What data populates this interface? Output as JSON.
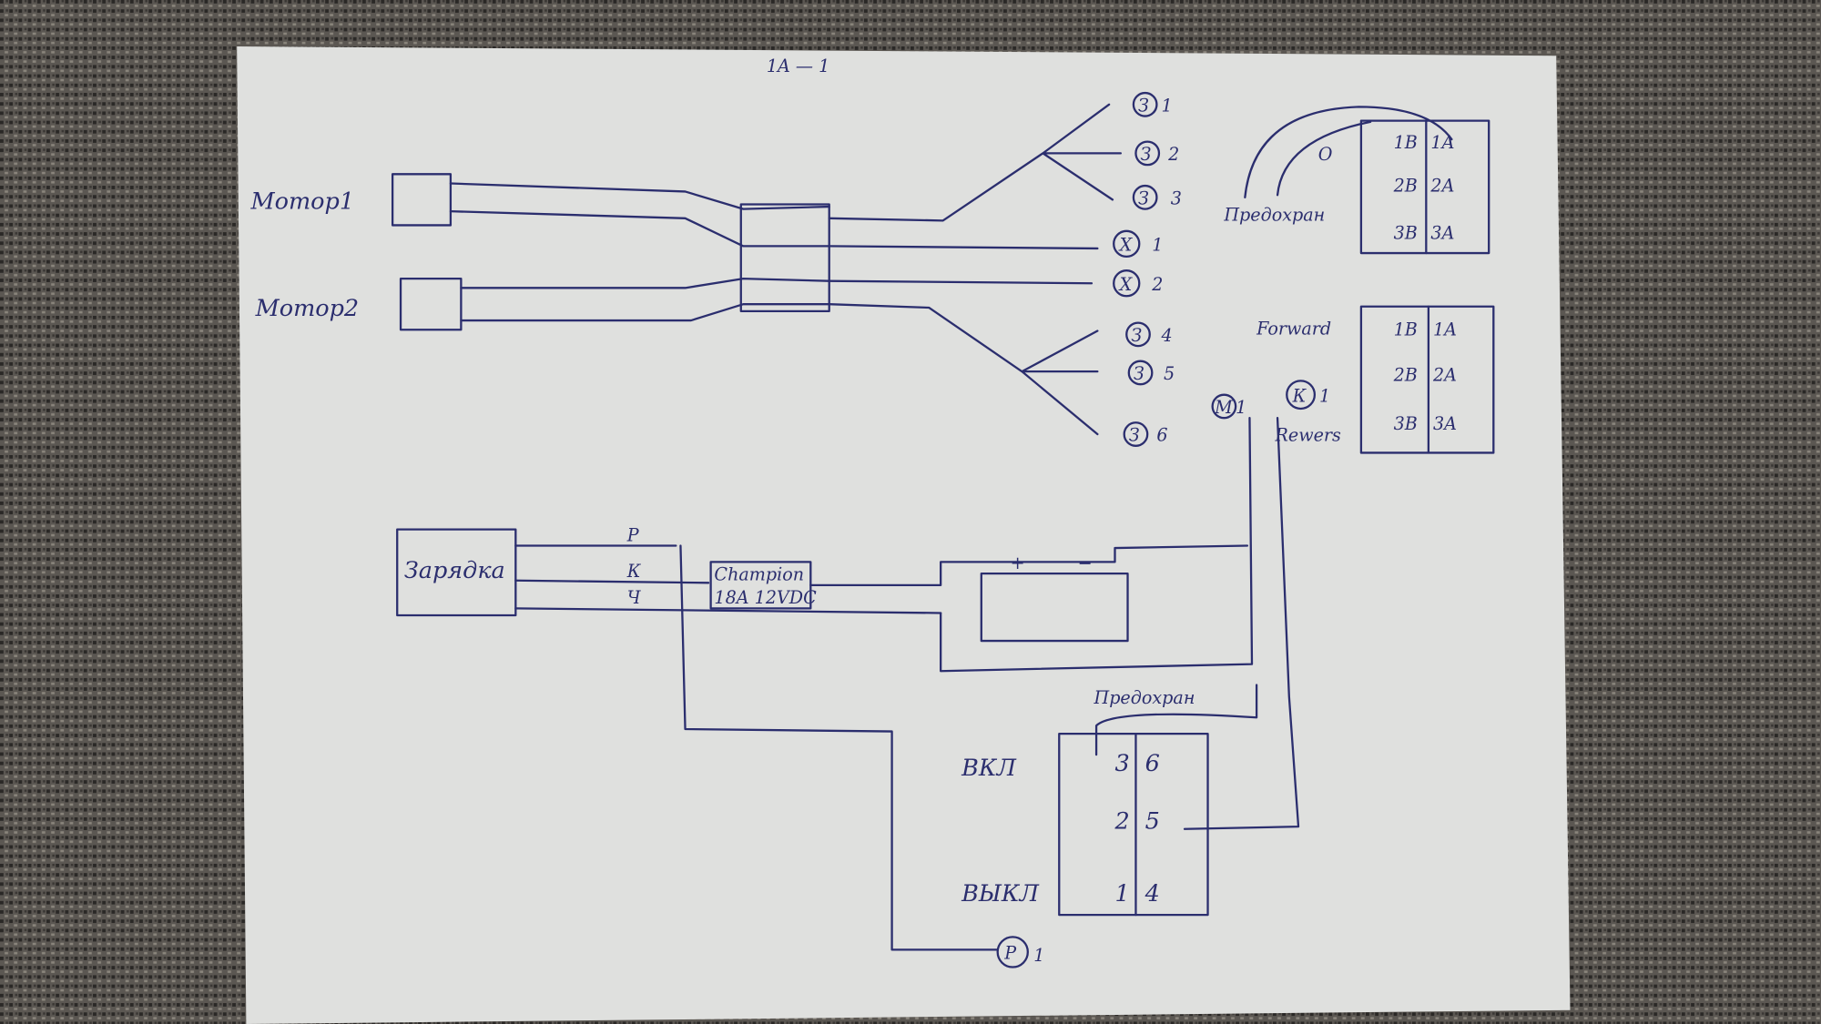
{
  "top_note": "1A — 1",
  "motors": {
    "motor1": "Мотор1",
    "motor2": "Мотор2"
  },
  "connectors_upper": [
    {
      "sym": "З",
      "num": "1"
    },
    {
      "sym": "З",
      "num": "2"
    },
    {
      "sym": "З",
      "num": "3"
    }
  ],
  "connectors_mid": [
    {
      "sym": "Х",
      "num": "1"
    },
    {
      "sym": "Х",
      "num": "2"
    }
  ],
  "connectors_lower": [
    {
      "sym": "З",
      "num": "4"
    },
    {
      "sym": "З",
      "num": "5"
    },
    {
      "sym": "З",
      "num": "6"
    }
  ],
  "fuse_top": {
    "label": "Предохран",
    "mark": "O"
  },
  "switch_top": {
    "rows": [
      [
        "1B",
        "1A"
      ],
      [
        "2B",
        "2A"
      ],
      [
        "3B",
        "3A"
      ]
    ]
  },
  "switch_fr": {
    "forward": "Forward",
    "reverse": "Rewers",
    "rows": [
      [
        "1B",
        "1A"
      ],
      [
        "2B",
        "2A"
      ],
      [
        "3B",
        "3A"
      ]
    ]
  },
  "relay_labels": {
    "m": "М",
    "m_num": "1",
    "k": "К",
    "k_num": "1"
  },
  "charger": {
    "label": "Зарядка",
    "wires": [
      "Р",
      "К",
      "Ч"
    ]
  },
  "battery": {
    "brand": "Champion",
    "spec": "18A 12VDC",
    "plus": "+",
    "minus": "−"
  },
  "power_switch": {
    "fuse": "Предохран",
    "on": "ВКЛ",
    "off": "ВЫКЛ",
    "rows": [
      [
        "3",
        "6"
      ],
      [
        "2",
        "5"
      ],
      [
        "1",
        "4"
      ]
    ]
  },
  "relay_p": {
    "sym": "Р",
    "num": "1"
  }
}
